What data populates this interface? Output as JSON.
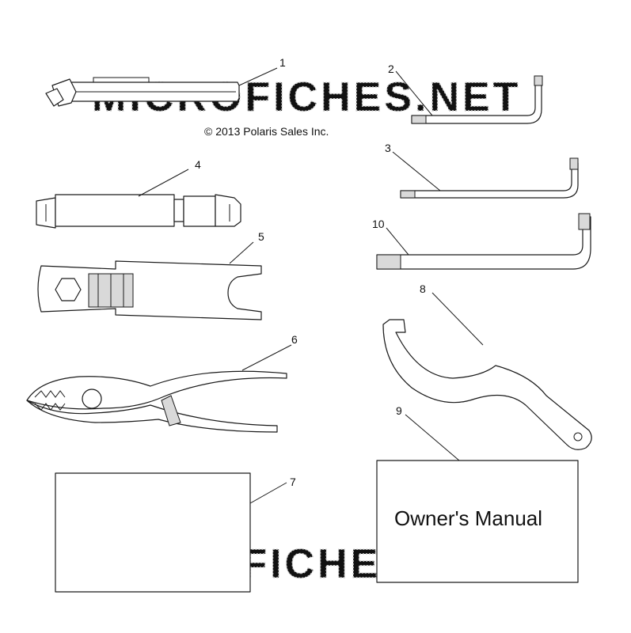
{
  "copyright": "© 2013 Polaris Sales Inc.",
  "watermark": "MICROFICHES.NET",
  "manual_title": "Owner's Manual",
  "callouts": {
    "c1": "1",
    "c2": "2",
    "c3": "3",
    "c4": "4",
    "c5": "5",
    "c6": "6",
    "c7": "7",
    "c8": "8",
    "c9": "9",
    "c10": "10"
  }
}
